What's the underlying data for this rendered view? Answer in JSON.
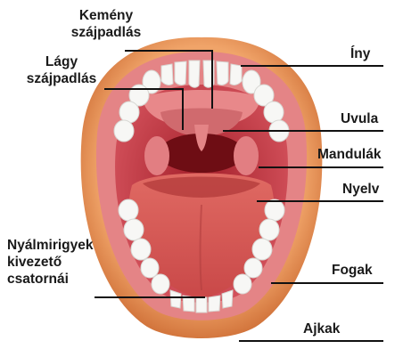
{
  "labels": {
    "hard_palate": [
      "Kemény",
      "szájpadlás"
    ],
    "soft_palate": [
      "Lágy",
      "szájpadlás"
    ],
    "gum": "Íny",
    "uvula": "Uvula",
    "tonsils": "Mandulák",
    "tongue": "Nyelv",
    "salivary_ducts": [
      "Nyálmirigyek",
      "kivezető",
      "csatornái"
    ],
    "teeth": "Fogak",
    "lips": "Ajkak"
  },
  "colors": {
    "lip": "#e8945a",
    "lip_dark": "#c9662e",
    "gum": "#e48486",
    "mouth_interior": "#c2303a",
    "throat": "#6e0d14",
    "tongue": "#d35452",
    "tongue_shadow": "#b23a3a",
    "tooth": "#f7f7f5",
    "leader_line": "#111111"
  }
}
